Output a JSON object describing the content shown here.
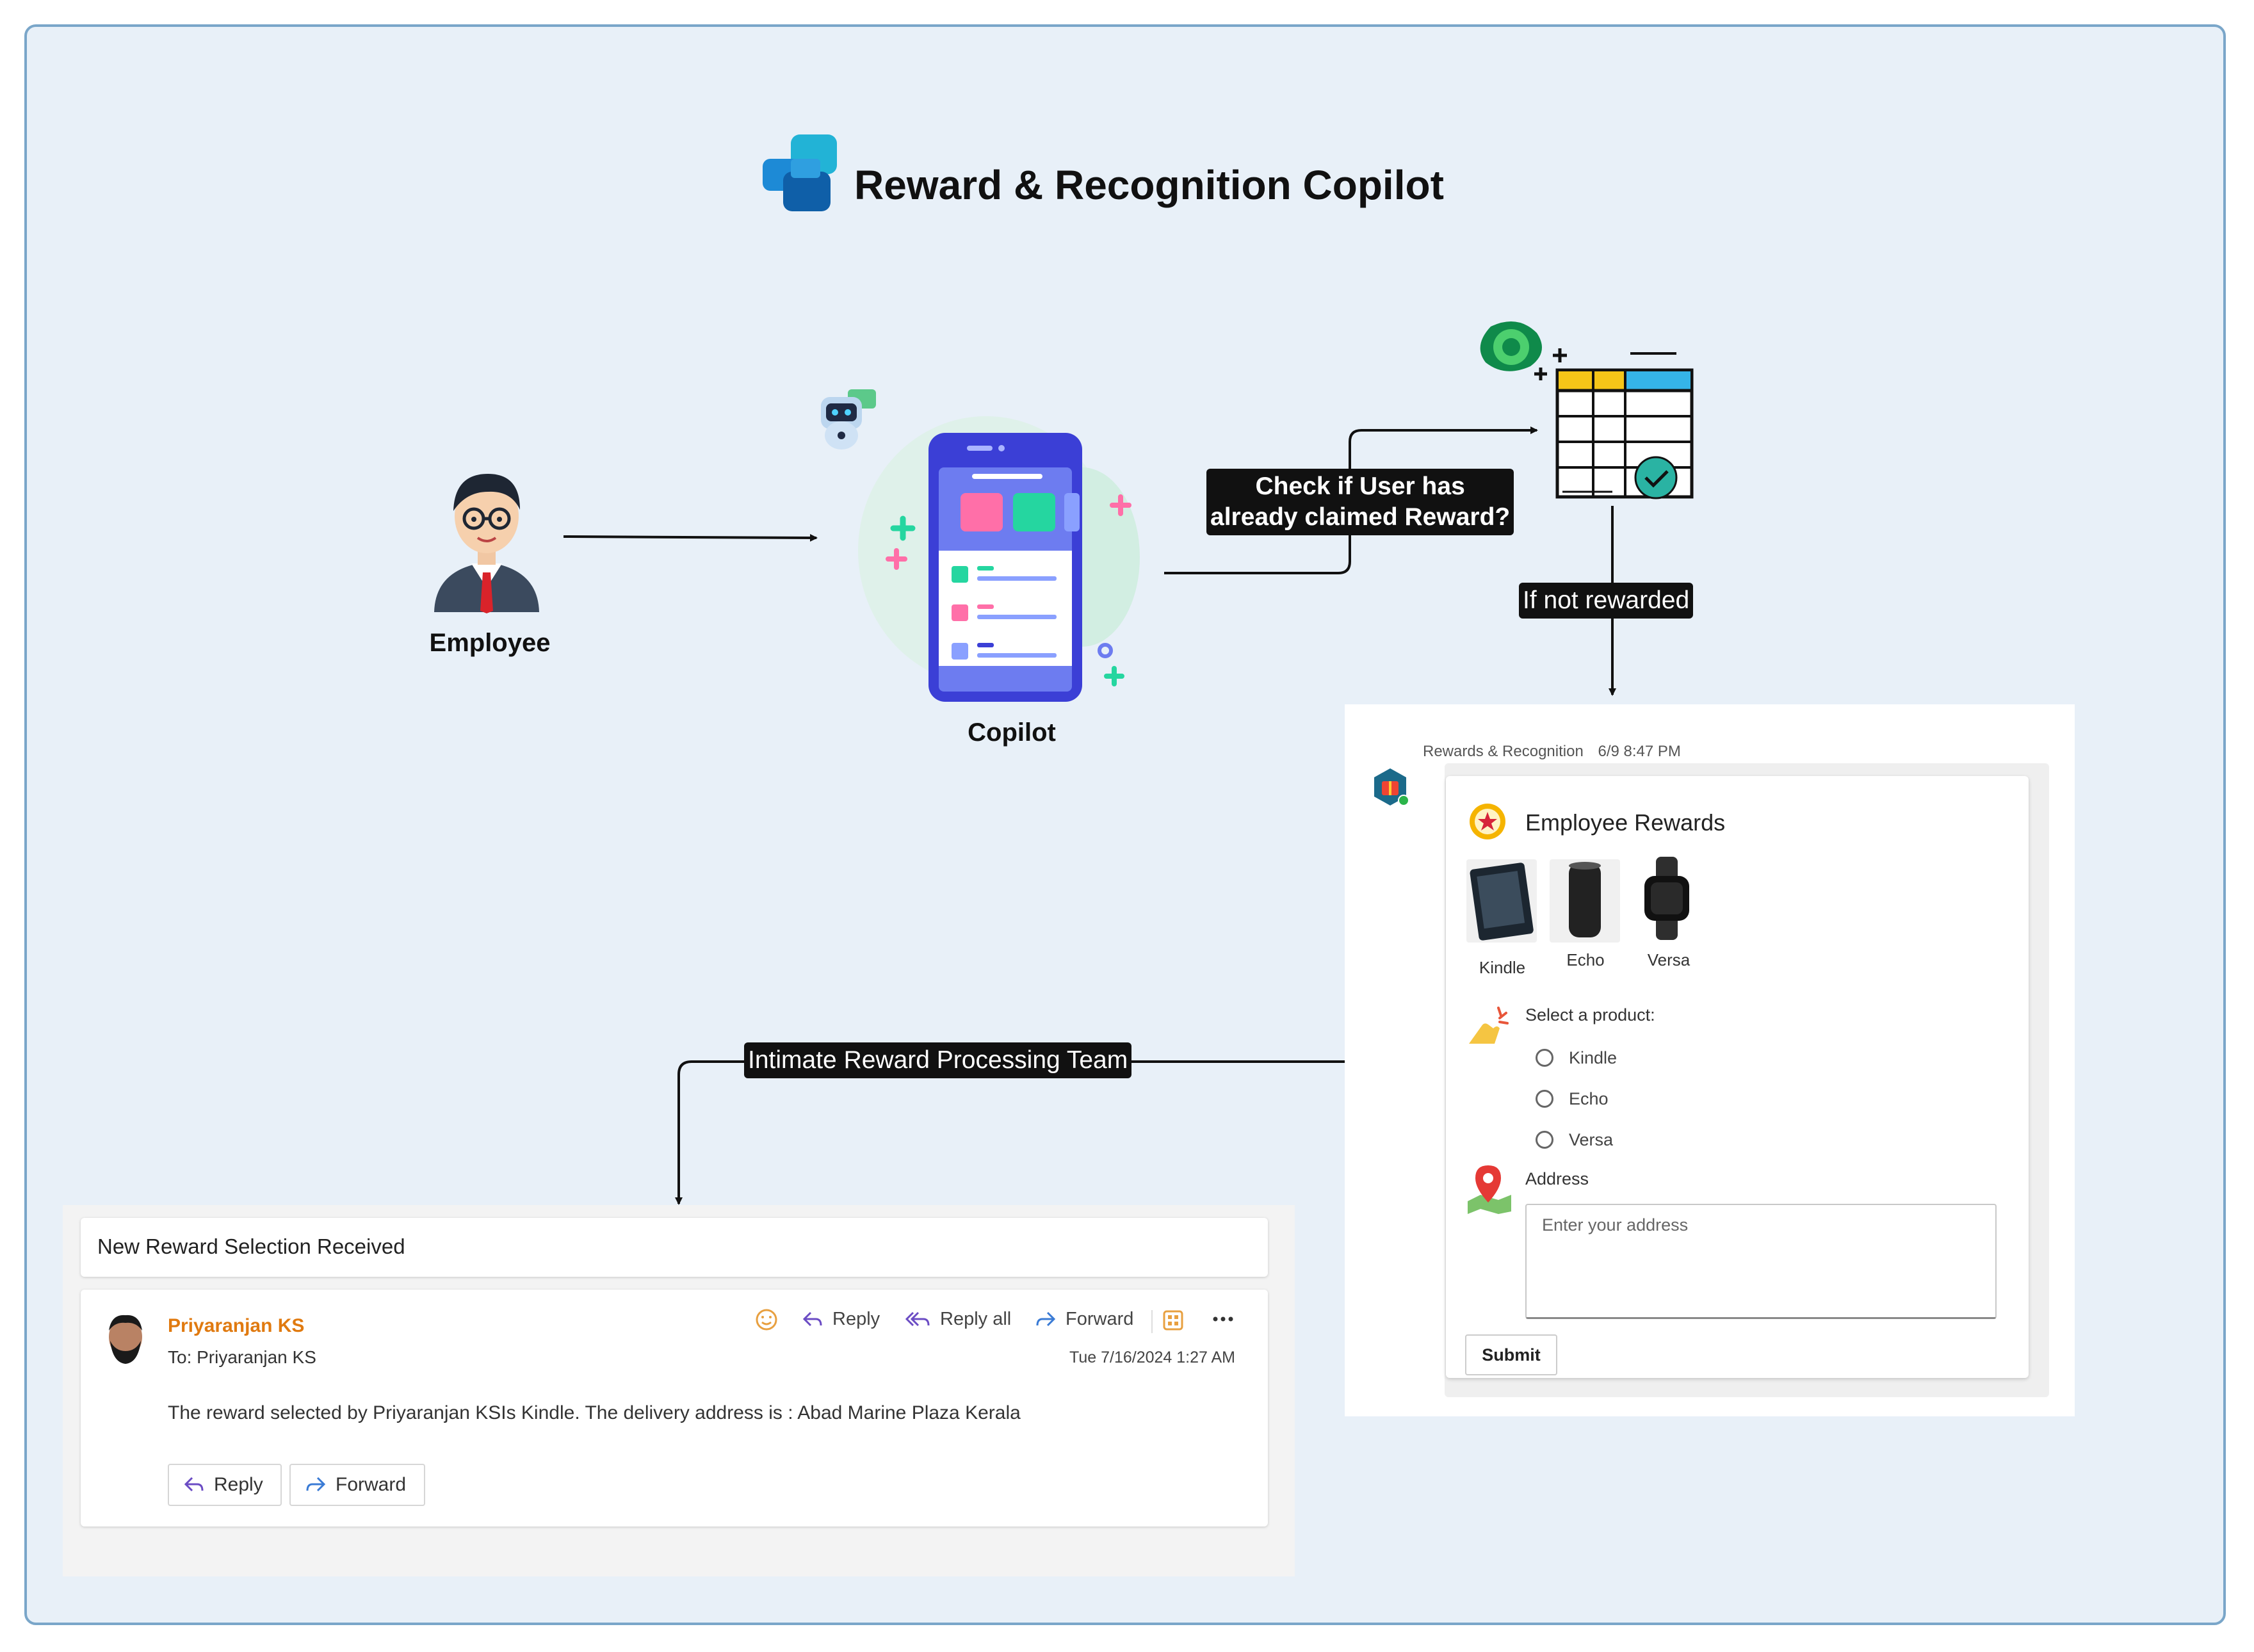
{
  "title": "Reward & Recognition Copilot",
  "nodes": {
    "employee_label": "Employee",
    "copilot_label": "Copilot"
  },
  "edges": {
    "check_label_line1": "Check if User has",
    "check_label_line2": "already claimed Reward?",
    "not_rewarded_label": "If not rewarded",
    "intimate_label": "Intimate Reward Processing Team"
  },
  "card": {
    "sender": "Rewards & Recognition",
    "time": "6/9 8:47 PM",
    "title": "Employee Rewards",
    "products": [
      "Kindle",
      "Echo",
      "Versa"
    ],
    "select_label": "Select a product:",
    "options": [
      "Kindle",
      "Echo",
      "Versa"
    ],
    "address_label": "Address",
    "address_placeholder": "Enter your address",
    "submit_label": "Submit"
  },
  "email": {
    "subject": "New Reward Selection Received",
    "from": "Priyaranjan KS",
    "to": "To:  Priyaranjan KS",
    "date": "Tue 7/16/2024 1:27 AM",
    "body": "The reward selected by Priyaranjan KSIs Kindle. The delivery address is : Abad Marine Plaza Kerala",
    "actions": {
      "reply": "Reply",
      "reply_all": "Reply all",
      "forward": "Forward"
    },
    "buttons": {
      "reply": "Reply",
      "forward": "Forward"
    }
  },
  "colors": {
    "frame_bg": "#e8f0f8",
    "frame_border": "#7aa6c9",
    "label_bg": "#111111",
    "sender_accent": "#e07a10",
    "phone_blue": "#3b3fd6"
  }
}
